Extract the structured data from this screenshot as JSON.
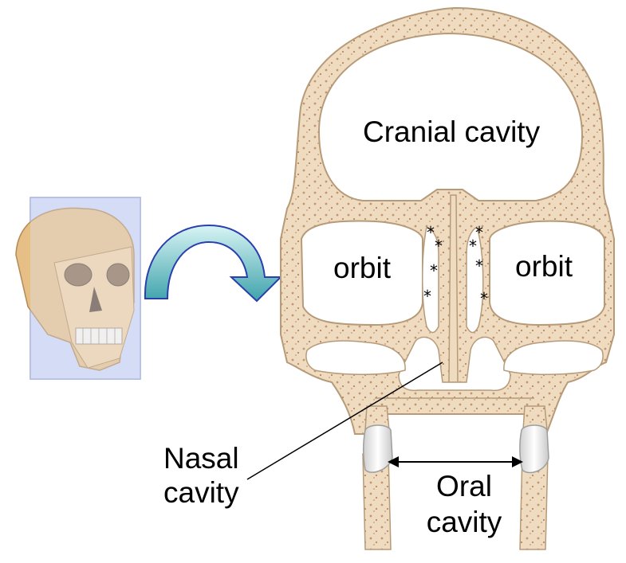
{
  "labels": {
    "cranial_cavity": "Cranial cavity",
    "orbit_left": "orbit",
    "orbit_right": "orbit",
    "nasal_cavity_line1": "Nasal",
    "nasal_cavity_line2": "cavity",
    "oral_cavity_line1": "Oral",
    "oral_cavity_line2": "cavity",
    "sinus_marker": "*"
  },
  "colors": {
    "bone": "#efdcc0",
    "bone_outline": "#b79a78",
    "bone_speckle": "#c49570",
    "arrow_fill_top": "#cdeeee",
    "arrow_fill_bottom": "#4fb0b8",
    "arrow_outline": "#2a3fae",
    "plane": "#aab6e6"
  },
  "icons": [
    "skull-thumbnail-icon",
    "curved-arrow-icon",
    "tooth-icon"
  ]
}
